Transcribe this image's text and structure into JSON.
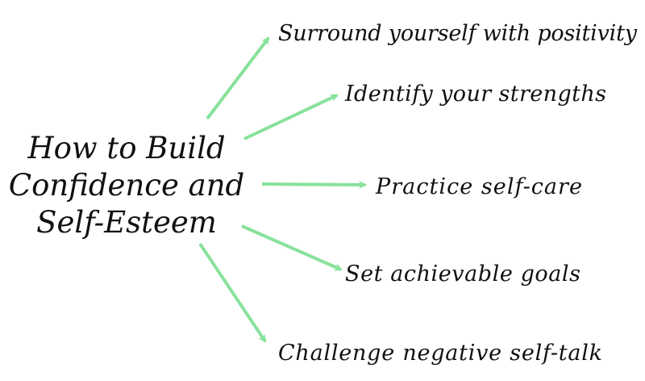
{
  "title_lines": [
    "How to Build",
    "Confidence and",
    "Self-Esteem"
  ],
  "branches": [
    {
      "label": "Surround yourself with positivity"
    },
    {
      "label": "Identify your strengths"
    },
    {
      "label": "Practice self-care"
    },
    {
      "label": "Set achievable goals"
    },
    {
      "label": "Challenge negative self-talk"
    }
  ],
  "colors": {
    "arrow": "#88e29a",
    "text": "#111111"
  }
}
